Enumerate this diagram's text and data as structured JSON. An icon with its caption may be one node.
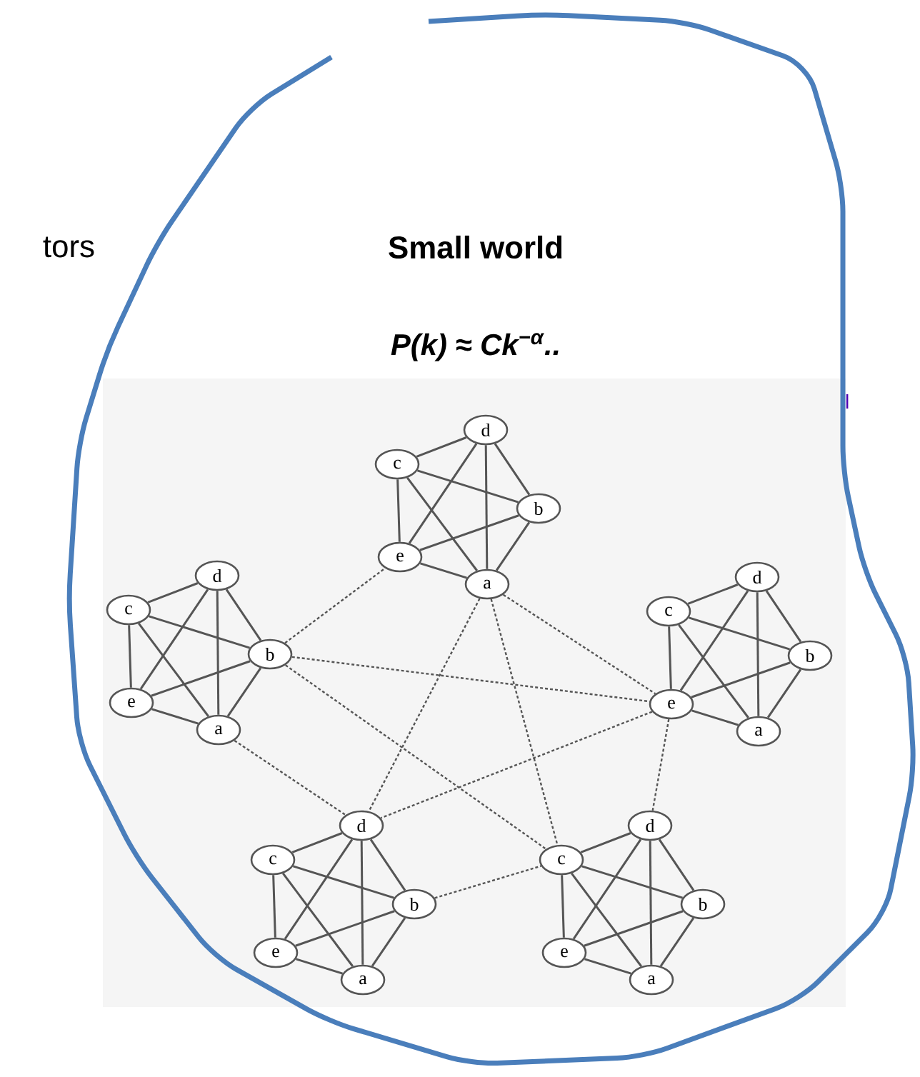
{
  "diagram": {
    "title": "Small world",
    "nodes": [
      {
        "text": [
          "d"
        ]
      },
      {
        "text": [
          "c"
        ]
      },
      {
        "text": [
          "b"
        ]
      },
      {
        "text": [
          "e"
        ]
      },
      {
        "text": [
          "a"
        ]
      },
      {
        "text": [
          "d"
        ]
      },
      {
        "text": [
          "c"
        ]
      },
      {
        "text": [
          "b"
        ]
      },
      {
        "text": [
          "e"
        ]
      },
      {
        "text": [
          "a"
        ]
      },
      {
        "text": [
          "d"
        ]
      },
      {
        "text": [
          "c"
        ]
      },
      {
        "text": [
          "b"
        ]
      },
      {
        "text": [
          "e"
        ]
      },
      {
        "text": [
          "a"
        ]
      },
      {
        "text": [
          "d"
        ]
      },
      {
        "text": [
          "c"
        ]
      },
      {
        "text": [
          "b"
        ]
      },
      {
        "text": [
          "e"
        ]
      },
      {
        "text": [
          "a"
        ]
      },
      {
        "text": [
          "d"
        ]
      },
      {
        "text": [
          "c"
        ]
      },
      {
        "text": [
          "b"
        ]
      },
      {
        "text": [
          "e"
        ]
      },
      {
        "text": [
          "a"
        ]
      }
    ],
    "edges": [
      {
        "from": 0,
        "to": 1,
        "arrow": "none"
      },
      {
        "from": 0,
        "to": 2,
        "arrow": "none"
      },
      {
        "from": 0,
        "to": 3,
        "arrow": "none"
      },
      {
        "from": 0,
        "to": 4,
        "arrow": "none"
      },
      {
        "from": 1,
        "to": 2,
        "arrow": "none"
      },
      {
        "from": 1,
        "to": 3,
        "arrow": "none"
      },
      {
        "from": 1,
        "to": 4,
        "arrow": "none"
      },
      {
        "from": 2,
        "to": 3,
        "arrow": "none"
      },
      {
        "from": 2,
        "to": 4,
        "arrow": "none"
      },
      {
        "from": 3,
        "to": 4,
        "arrow": "none"
      },
      {
        "from": 5,
        "to": 6,
        "arrow": "none"
      },
      {
        "from": 5,
        "to": 7,
        "arrow": "none"
      },
      {
        "from": 5,
        "to": 8,
        "arrow": "none"
      },
      {
        "from": 5,
        "to": 9,
        "arrow": "none"
      },
      {
        "from": 6,
        "to": 7,
        "arrow": "none"
      },
      {
        "from": 6,
        "to": 8,
        "arrow": "none"
      },
      {
        "from": 6,
        "to": 9,
        "arrow": "none"
      },
      {
        "from": 7,
        "to": 8,
        "arrow": "none"
      },
      {
        "from": 7,
        "to": 9,
        "arrow": "none"
      },
      {
        "from": 8,
        "to": 9,
        "arrow": "none"
      },
      {
        "from": 10,
        "to": 11,
        "arrow": "none"
      },
      {
        "from": 10,
        "to": 12,
        "arrow": "none"
      },
      {
        "from": 10,
        "to": 13,
        "arrow": "none"
      },
      {
        "from": 10,
        "to": 14,
        "arrow": "none"
      },
      {
        "from": 11,
        "to": 12,
        "arrow": "none"
      },
      {
        "from": 11,
        "to": 13,
        "arrow": "none"
      },
      {
        "from": 11,
        "to": 14,
        "arrow": "none"
      },
      {
        "from": 12,
        "to": 13,
        "arrow": "none"
      },
      {
        "from": 12,
        "to": 14,
        "arrow": "none"
      },
      {
        "from": 13,
        "to": 14,
        "arrow": "none"
      },
      {
        "from": 15,
        "to": 16,
        "arrow": "none"
      },
      {
        "from": 15,
        "to": 17,
        "arrow": "none"
      },
      {
        "from": 15,
        "to": 18,
        "arrow": "none"
      },
      {
        "from": 15,
        "to": 19,
        "arrow": "none"
      },
      {
        "from": 16,
        "to": 17,
        "arrow": "none"
      },
      {
        "from": 16,
        "to": 18,
        "arrow": "none"
      },
      {
        "from": 16,
        "to": 19,
        "arrow": "none"
      },
      {
        "from": 17,
        "to": 18,
        "arrow": "none"
      },
      {
        "from": 17,
        "to": 19,
        "arrow": "none"
      },
      {
        "from": 18,
        "to": 19,
        "arrow": "none"
      },
      {
        "from": 20,
        "to": 21,
        "arrow": "none"
      },
      {
        "from": 20,
        "to": 22,
        "arrow": "none"
      },
      {
        "from": 20,
        "to": 23,
        "arrow": "none"
      },
      {
        "from": 20,
        "to": 24,
        "arrow": "none"
      },
      {
        "from": 21,
        "to": 22,
        "arrow": "none"
      },
      {
        "from": 21,
        "to": 23,
        "arrow": "none"
      },
      {
        "from": 21,
        "to": 24,
        "arrow": "none"
      },
      {
        "from": 22,
        "to": 23,
        "arrow": "none"
      },
      {
        "from": 22,
        "to": 24,
        "arrow": "none"
      },
      {
        "from": 23,
        "to": 24,
        "arrow": "none"
      },
      {
        "from": 7,
        "to": 3,
        "arrow": "none",
        "style": "dashed"
      },
      {
        "from": 7,
        "to": 13,
        "arrow": "none",
        "style": "dashed"
      },
      {
        "from": 7,
        "to": 21,
        "arrow": "none",
        "style": "dashed"
      },
      {
        "from": 9,
        "to": 15,
        "arrow": "none",
        "style": "dashed"
      },
      {
        "from": 4,
        "to": 15,
        "arrow": "none",
        "style": "dashed"
      },
      {
        "from": 4,
        "to": 21,
        "arrow": "none",
        "style": "dashed"
      },
      {
        "from": 4,
        "to": 13,
        "arrow": "none",
        "style": "dashed"
      },
      {
        "from": 13,
        "to": 15,
        "arrow": "none",
        "style": "dashed"
      },
      {
        "from": 13,
        "to": 20,
        "arrow": "none",
        "style": "dashed"
      },
      {
        "from": 17,
        "to": 21,
        "arrow": "none",
        "style": "dashed"
      }
    ],
    "labels": [
      "tors",
      "P(k) ≈ Ck$^{−α}$..",
      "l"
    ]
  }
}
